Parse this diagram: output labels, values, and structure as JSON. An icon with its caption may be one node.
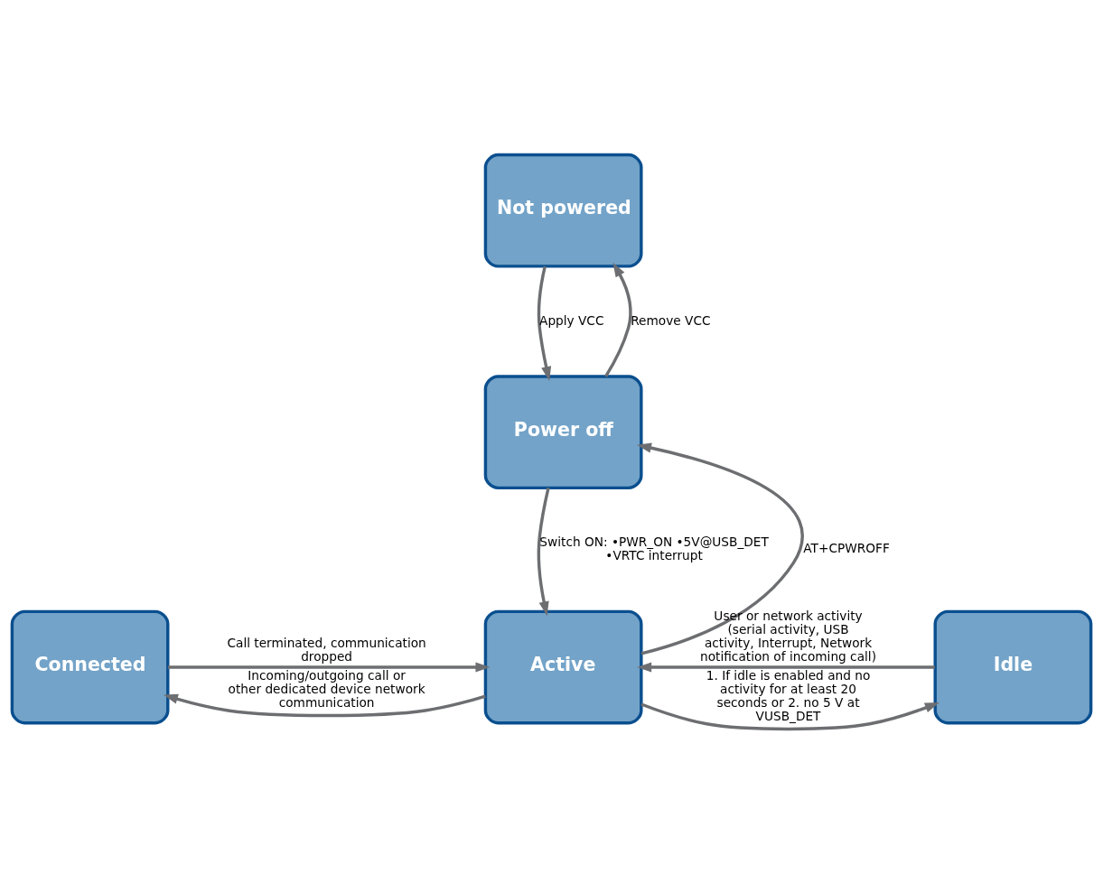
{
  "diagram": {
    "nodes": [
      {
        "text": [
          "Not powered"
        ]
      },
      {
        "text": [
          "Power off"
        ]
      },
      {
        "text": [
          "Connected"
        ]
      },
      {
        "text": [
          "Active"
        ]
      },
      {
        "text": [
          "Idle"
        ]
      }
    ],
    "edges": [
      {
        "from": 0,
        "to": 1,
        "arrow": "to",
        "label": "Apply VCC"
      },
      {
        "from": 1,
        "to": 0,
        "arrow": "to",
        "label": "Remove VCC"
      },
      {
        "from": 1,
        "to": 3,
        "arrow": "to",
        "label": "Switch ON: •PWR_ON •5V@USB_DET •VRTC interrupt"
      },
      {
        "from": 3,
        "to": 1,
        "arrow": "to",
        "label": "AT+CPWROFF"
      },
      {
        "from": 3,
        "to": 2,
        "arrow": "to",
        "label": "Incoming/outgoing call or other dedicated device network communication"
      },
      {
        "from": 2,
        "to": 3,
        "arrow": "to",
        "label": "Call terminated, communication dropped"
      },
      {
        "from": 3,
        "to": 4,
        "arrow": "to",
        "label": "1. If idle is enabled and no activity for at least 20 seconds or 2. no 5 V at VUSB_DET"
      },
      {
        "from": 4,
        "to": 3,
        "arrow": "to",
        "label": "User or network activity (serial activity, USB activity, Interrupt, Network notification of incoming call)"
      }
    ]
  }
}
